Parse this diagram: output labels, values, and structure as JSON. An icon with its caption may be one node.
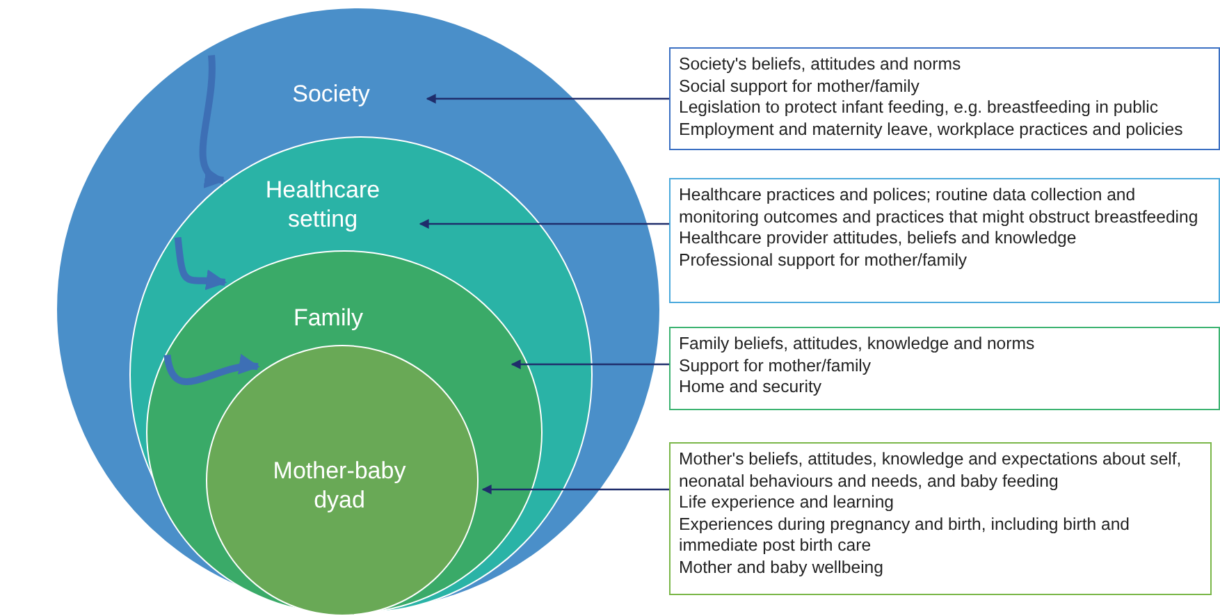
{
  "diagram": {
    "nodes": [
      {
        "text": [
          "Society"
        ]
      },
      {
        "text": [
          "Healthcare setting"
        ],
        "in": 0
      },
      {
        "text": [
          "Family"
        ],
        "in": 1
      },
      {
        "text": [
          "Mother-baby dyad"
        ],
        "in": 2
      },
      {
        "text": [
          "Society's beliefs, attitudes and norms",
          "Social support for mother/family",
          "Legislation to protect infant feeding, e.g. breastfeeding in public",
          "Employment and maternity leave, workplace practices and policies"
        ]
      },
      {
        "text": [
          "Healthcare practices and polices; routine data collection and monitoring outcomes and practices that might obstruct breastfeeding",
          "Healthcare provider attitudes, beliefs and knowledge",
          "Professional support for mother/family"
        ]
      },
      {
        "text": [
          "Family beliefs, attitudes, knowledge and norms",
          "Support for mother/family",
          "Home and security"
        ]
      },
      {
        "text": [
          "Mother's beliefs, attitudes, knowledge and expectations about self, neonatal behaviours and needs, and baby feeding",
          "Life experience and learning",
          "Experiences during pregnancy and birth, including birth and immediate post birth care",
          "Mother and baby wellbeing"
        ]
      }
    ],
    "edges": [
      {
        "from": 0,
        "to": 1,
        "arrow": "to",
        "style": "thick",
        "color": "#3d6fb5"
      },
      {
        "from": 1,
        "to": 2,
        "arrow": "to",
        "style": "thick",
        "color": "#3d6fb5"
      },
      {
        "from": 2,
        "to": 3,
        "arrow": "to",
        "style": "thick",
        "color": "#3d6fb5"
      },
      {
        "from": 4,
        "to": 0,
        "arrow": "to"
      },
      {
        "from": 5,
        "to": 1,
        "arrow": "to"
      },
      {
        "from": 6,
        "to": 2,
        "arrow": "to"
      },
      {
        "from": 7,
        "to": 3,
        "arrow": "to"
      }
    ]
  }
}
